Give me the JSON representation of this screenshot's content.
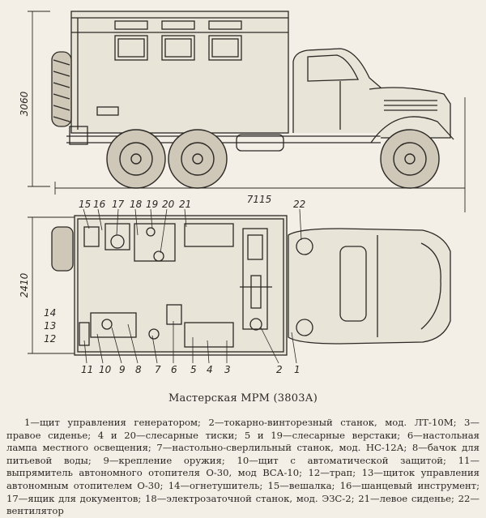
{
  "dimensions": {
    "height": "3060",
    "length": "7115",
    "width": "2410"
  },
  "callouts_top": [
    "15",
    "16",
    "17",
    "18",
    "19",
    "20",
    "21",
    "22"
  ],
  "callouts_left": [
    "14",
    "13",
    "12"
  ],
  "callouts_bottom": [
    "11",
    "10",
    "9",
    "8",
    "7",
    "6",
    "5",
    "4",
    "3",
    "2",
    "1"
  ],
  "caption": "Мастерская МРМ (3803А)",
  "legend": "1—щит управления генератором; 2—токарно-винторезный станок, мод. ЛТ-10М; 3—правое сиденье; 4 и 20—слесарные тиски; 5 и 19—слесарные верстаки; 6—настольная лампа местного освещения; 7—настольно-сверлильный станок, мод. НС-12А; 8—бачок для питьевой воды; 9—крепление оружия; 10—щит с автоматической защитой; 11—выпрямитель автономного отопителя О-30, мод ВСА-10; 12—трап; 13—щиток управления автономным отопителем О-30; 14—огнетушитель; 15—вешалка; 16—шанцевый инструмент; 17—ящик для документов; 18—электрозаточной станок, мод. ЭЗС-2; 21—левое сиденье; 22—вентилятор"
}
